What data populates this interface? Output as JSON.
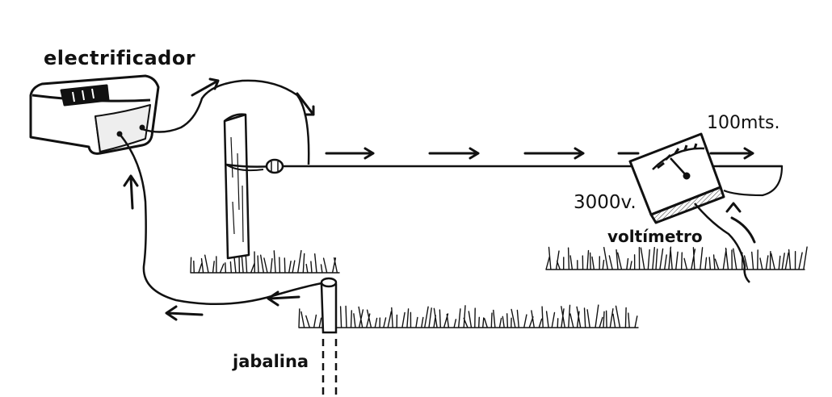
{
  "labels": {
    "electrificador": "electrificador",
    "distance": "100mts.",
    "voltage": "3000v.",
    "voltimetro": "voltímetro",
    "jabalina": "jabalina"
  },
  "colors": {
    "ink": "#111111",
    "box_side": "#dddddd",
    "background": "#ffffff"
  }
}
